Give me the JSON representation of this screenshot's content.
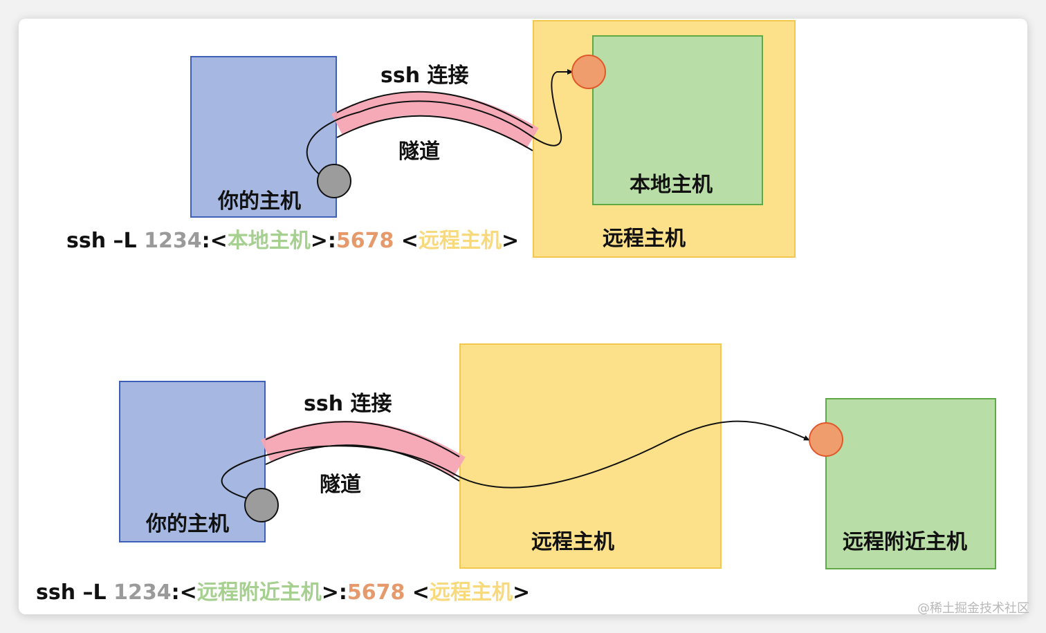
{
  "diagram_top": {
    "your_host_label": "你的主机",
    "local_host_label": "本地主机",
    "remote_host_label": "远程主机",
    "ssh_label": "ssh 连接",
    "tunnel_label": "隧道",
    "command": {
      "prefix": "ssh –L ",
      "port_local": "1234",
      "sep1": ":<",
      "host_arg": "本地主机",
      "sep2": ">:",
      "port_remote": "5678",
      "sep3": " <",
      "ssh_host": "远程主机",
      "suffix": ">"
    }
  },
  "diagram_bottom": {
    "your_host_label": "你的主机",
    "remote_host_label": "远程主机",
    "near_host_label": "远程附近主机",
    "ssh_label": "ssh 连接",
    "tunnel_label": "隧道",
    "command": {
      "prefix": "ssh –L ",
      "port_local": "1234",
      "sep1": ":<",
      "host_arg": "远程附近主机",
      "sep2": ">:",
      "port_remote": "5678",
      "sep3": " <",
      "ssh_host": "远程主机",
      "suffix": ">"
    }
  },
  "watermark": "@稀土掘金技术社区",
  "colors": {
    "your_host_fill": "#a6b8e2",
    "remote_host_fill": "#fde18a",
    "local_host_fill": "#b9dda6",
    "tunnel": "#f6a5b4",
    "endpoint_gray": "#9c9c9c",
    "endpoint_orange": "#ef9d6c"
  }
}
